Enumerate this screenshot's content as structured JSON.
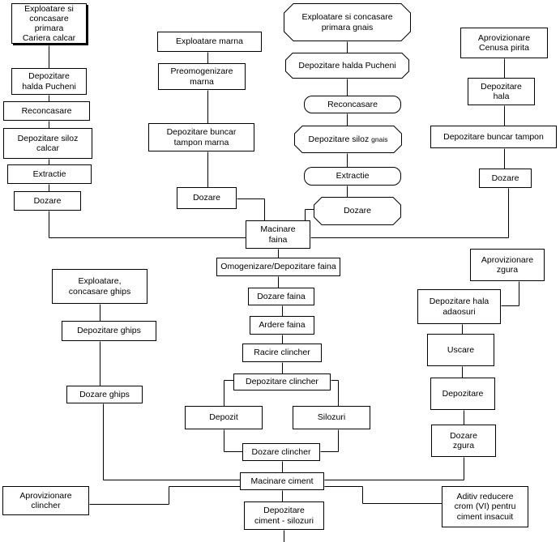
{
  "nodes": {
    "exploatare_calcar": "Exploatare si\nconcasare primara\nCariera calcar",
    "depozitare_halda_pucheni_calcar": "Depozitare\nhalda Pucheni",
    "reconcasare_calcar": "Reconcasare",
    "depozitare_siloz_calcar": "Depozitare siloz\ncalcar",
    "extractie_calcar": "Extractie",
    "dozare_calcar": "Dozare",
    "exploatare_marna": "Exploatare marna",
    "preomogenizare_marna": "Preomogenizare\nmarna",
    "depozitare_buncar_marna": "Depozitare buncar\ntampon marna",
    "dozare_marna": "Dozare",
    "exploatare_gnais": "Exploatare si concasare\nprimara gnais",
    "depozitare_halda_pucheni_gnais": "Depozitare halda Pucheni",
    "reconcasare_gnais": "Reconcasare",
    "depozitare_siloz_gnais": "Depozitare siloz",
    "depozitare_siloz_gnais_suffix": "gnais",
    "extractie_gnais": "Extractie",
    "dozare_gnais": "Dozare",
    "aprovizionare_cenusa": "Aprovizionare\nCenusa pirita",
    "depozitare_hala_cenusa": "Depozitare\nhala",
    "depozitare_buncar_tampon": "Depozitare buncar tampon",
    "dozare_cenusa": "Dozare",
    "macinare_faina": "Macinare\nfaina",
    "omogenizare_faina": "Omogenizare/Depozitare faina",
    "dozare_faina": "Dozare faina",
    "ardere_faina": "Ardere faina",
    "racire_clincher": "Racire clincher",
    "depozitare_clincher": "Depozitare clincher",
    "depozit": "Depozit",
    "silozuri": "Silozuri",
    "dozare_clincher": "Dozare clincher",
    "macinare_ciment": "Macinare ciment",
    "depozitare_ciment": "Depozitare\nciment - silozuri",
    "exploatare_ghips": "Exploatare,\nconcasare ghips",
    "depozitare_ghips": "Depozitare ghips",
    "dozare_ghips": "Dozare ghips",
    "aprovizionare_zgura": "Aprovizionare\nzgura",
    "depozitare_hala_adaosuri": "Depozitare hala\nadaosuri",
    "uscare": "Uscare",
    "depozitare_zgura": "Depozitare",
    "dozare_zgura": "Dozare\nzgura",
    "aprovizionare_clincher": "Aprovizionare\nclincher",
    "aditiv": "Aditiv reducere\ncrom (VI) pentru\nciment insacuit"
  }
}
